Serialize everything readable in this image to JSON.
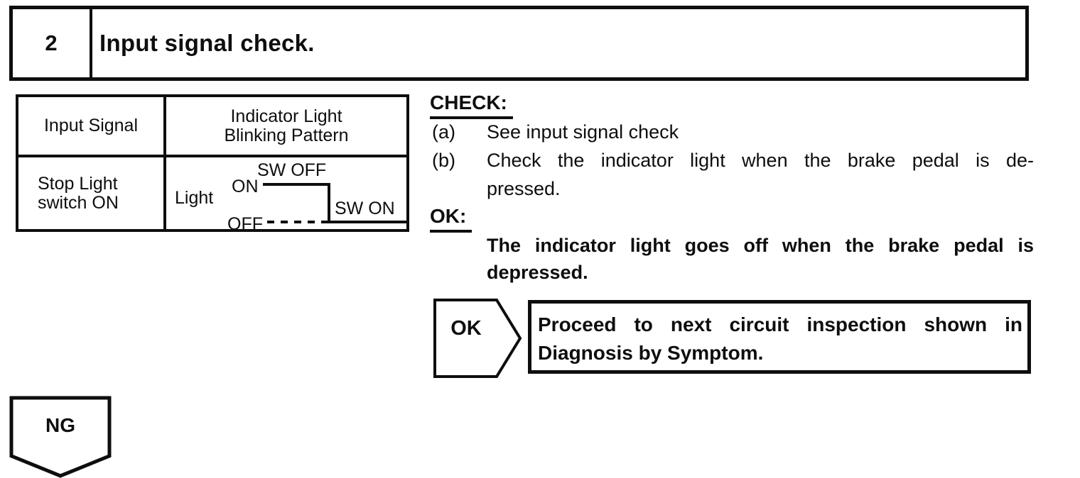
{
  "colors": {
    "ink": "#0e0e0e",
    "paper": "#ffffff"
  },
  "step_header": {
    "number": "2",
    "title": "Input signal check."
  },
  "signal_table": {
    "col1_header": "Input Signal",
    "col2_header_line1": "Indicator Light",
    "col2_header_line2": "Blinking Pattern",
    "row_label_line1": "Stop Light",
    "row_label_line2": "switch ON",
    "waveform": {
      "light_label": "Light",
      "on_label": "ON",
      "off_label": "OFF",
      "sw_off_label": "SW OFF",
      "sw_on_label": "SW ON"
    }
  },
  "check_section": {
    "heading": "CHECK:",
    "item_a_label": "(a)",
    "item_a_text": "See input signal check",
    "item_b_label": "(b)",
    "item_b_line1": "Check the indicator light when the brake pedal is de-",
    "item_b_line2": "pressed."
  },
  "ok_section": {
    "heading": "OK:",
    "line1": "The indicator light goes off when the brake pedal is",
    "line2": "depressed."
  },
  "decision_ok": {
    "badge": "OK",
    "line1": "Proceed to next circuit inspection shown in",
    "line2": "Diagnosis by Symptom."
  },
  "decision_ng": {
    "badge": "NG"
  }
}
